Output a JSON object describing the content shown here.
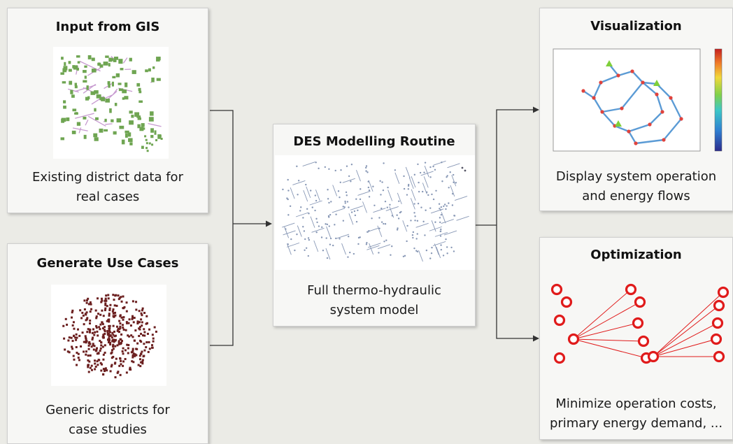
{
  "cards": {
    "gis": {
      "title": "Input from GIS",
      "description": "Existing district data for\nreal cases"
    },
    "use_cases": {
      "title": "Generate Use Cases",
      "description": "Generic districts for\ncase studies"
    },
    "des": {
      "title": "DES Modelling Routine",
      "description": "Full thermo-hydraulic\nsystem model"
    },
    "visualization": {
      "title": "Visualization",
      "description": "Display system operation\nand energy flows"
    },
    "optimization": {
      "title": "Optimization",
      "description": "Minimize operation costs,\nprimary energy demand, ..."
    }
  },
  "colors": {
    "background": "#ebebe6",
    "card": "#f7f7f5",
    "connector": "#333333",
    "gis_pipes": "#c79ad0",
    "gis_buildings": "#6fa552",
    "cluster_nodes": "#6b1f1f",
    "network_nodes": "#8797b5",
    "vis_lines": "#5b9bd5",
    "vis_nodes": "#e0433d",
    "opt_nodes": "#e01b1b"
  }
}
